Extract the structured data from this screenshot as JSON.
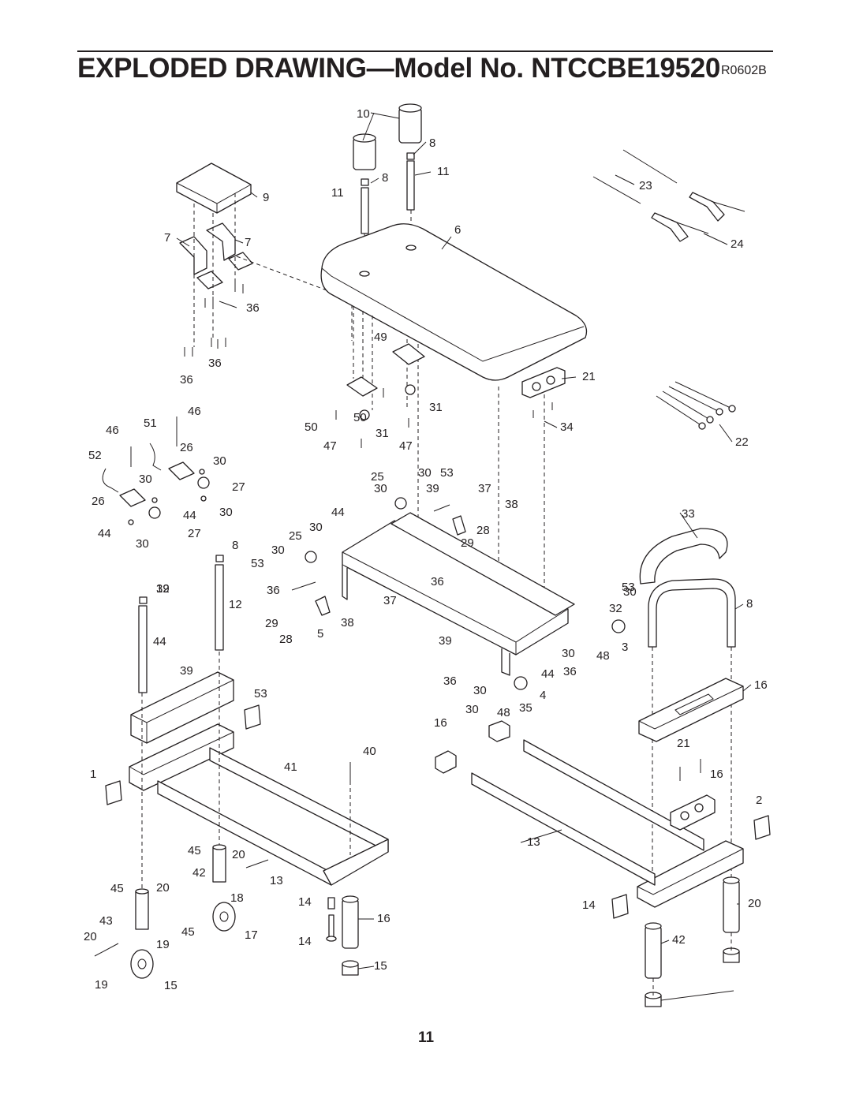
{
  "header": {
    "title": "EXPLODED DRAWING—Model No. NTCCBE19520",
    "doc_code": "R0602B"
  },
  "footer": {
    "page_number": "11"
  },
  "callouts": [
    "10",
    "8",
    "11",
    "8",
    "11",
    "9",
    "7",
    "7",
    "6",
    "36",
    "36",
    "36",
    "23",
    "24",
    "49",
    "21",
    "31",
    "50",
    "50",
    "31",
    "47",
    "47",
    "34",
    "22",
    "46",
    "46",
    "51",
    "26",
    "52",
    "30",
    "30",
    "27",
    "26",
    "44",
    "30",
    "44",
    "30",
    "27",
    "25",
    "30",
    "53",
    "30",
    "39",
    "37",
    "38",
    "28",
    "29",
    "44",
    "25",
    "30",
    "30",
    "53",
    "33",
    "8",
    "39",
    "36",
    "36",
    "37",
    "29",
    "38",
    "28",
    "5",
    "39",
    "53",
    "30",
    "32",
    "8",
    "12",
    "12",
    "44",
    "30",
    "48",
    "3",
    "39",
    "36",
    "44",
    "36",
    "30",
    "4",
    "16",
    "53",
    "30",
    "48",
    "35",
    "16",
    "1",
    "41",
    "40",
    "21",
    "16",
    "2",
    "13",
    "45",
    "20",
    "42",
    "13",
    "45",
    "20",
    "18",
    "14",
    "16",
    "14",
    "20",
    "43",
    "45",
    "20",
    "19",
    "17",
    "14",
    "42",
    "19",
    "15",
    "15"
  ]
}
